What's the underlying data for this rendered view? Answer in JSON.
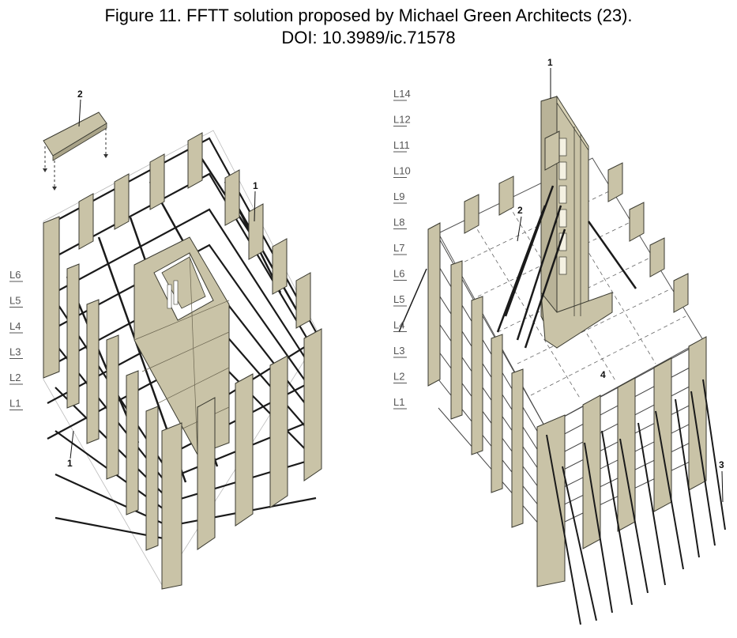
{
  "caption": {
    "line1": "Figure 11. FFTT solution proposed by Michael Green Architects (23).",
    "line2": "DOI: 10.3989/ic.71578"
  },
  "colors": {
    "panel_fill": "#c9c3a7",
    "panel_stroke": "#3a3a30",
    "beam": "#1a1a1a",
    "slab": "#ffffff",
    "label_text": "#555555"
  },
  "left_diagram": {
    "level_labels": [
      "L6",
      "L5",
      "L4",
      "L3",
      "L2",
      "L1"
    ],
    "callouts": [
      "2",
      "1",
      "1"
    ]
  },
  "right_diagram": {
    "level_labels": [
      "L14",
      "L12",
      "L11",
      "L10",
      "L9",
      "L8",
      "L7",
      "L6",
      "L5",
      "L4",
      "L3",
      "L2",
      "L1"
    ],
    "callouts": [
      "1",
      "2",
      "4",
      "3"
    ]
  }
}
